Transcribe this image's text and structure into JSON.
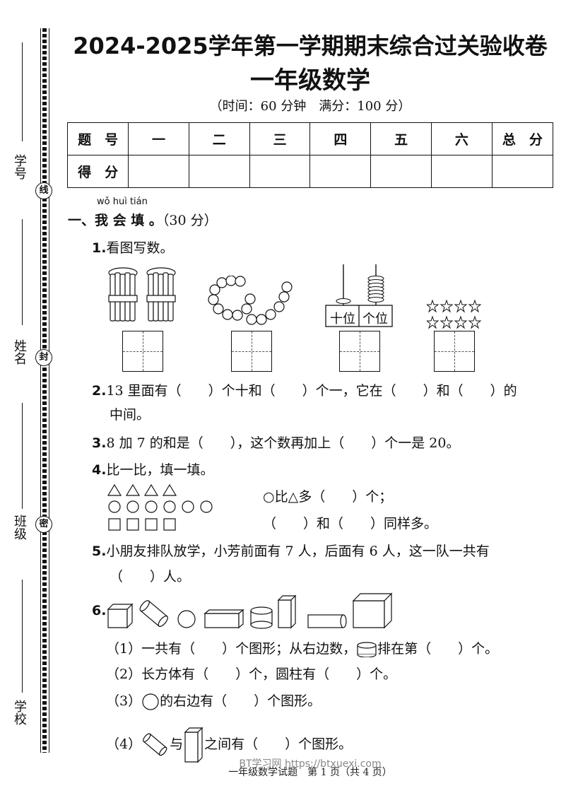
{
  "header": {
    "title": "2024-2025学年第一学期期末综合过关验收卷",
    "subtitle": "一年级数学",
    "info": "（时间：60 分钟　满分：100 分）"
  },
  "side": {
    "labels": [
      "学号",
      "姓名",
      "班级",
      "学校"
    ],
    "seals": [
      "线",
      "封",
      "密"
    ]
  },
  "score_table": {
    "row1": [
      "题　号",
      "一",
      "二",
      "三",
      "四",
      "五",
      "六",
      "总　分"
    ],
    "row2": [
      "得　分",
      "",
      "",
      "",
      "",
      "",
      "",
      ""
    ]
  },
  "section1": {
    "pinyin": "wǒ huì tián",
    "title": "一、我 会 填 。",
    "points": "（30 分）"
  },
  "questions": {
    "q1": {
      "num": "1.",
      "text": "看图写数。"
    },
    "abacus_labels": [
      "十位",
      "个位"
    ],
    "q2": {
      "num": "2.",
      "line1": "13 里面有（　　）个十和（　　）个一，它在（　　）和（　　）的",
      "line2": "中间。"
    },
    "q3": {
      "num": "3.",
      "text": "8 加 7 的和是（　　），这个数再加上（　　）个一是 20。"
    },
    "q4": {
      "num": "4.",
      "text": "比一比，填一填。",
      "line1": "○比△多（　　）个；",
      "line2": "（　　）和（　　）同样多。"
    },
    "q5": {
      "num": "5.",
      "line1": "小朋友排队放学，小芳前面有 7 人，后面有 6 人，这一队一共有",
      "line2": "（　　）人。"
    },
    "q6": {
      "num": "6.",
      "p1a": "（1）一共有（　　）个图形；从右边数，",
      "p1b": "排在第（　　）个。",
      "p2": "（2）长方体有（　　）个，圆柱有（　　）个。",
      "p3a": "（3）",
      "p3b": "的右边有（　　）个图形。",
      "p4a": "（4）",
      "p4b": "与",
      "p4c": "之间有（　　）个图形。"
    }
  },
  "footer": {
    "watermark": "BT学习网 https://btxuexi.com",
    "page": "一年级数学试题　第 1 页（共 4 页）"
  }
}
